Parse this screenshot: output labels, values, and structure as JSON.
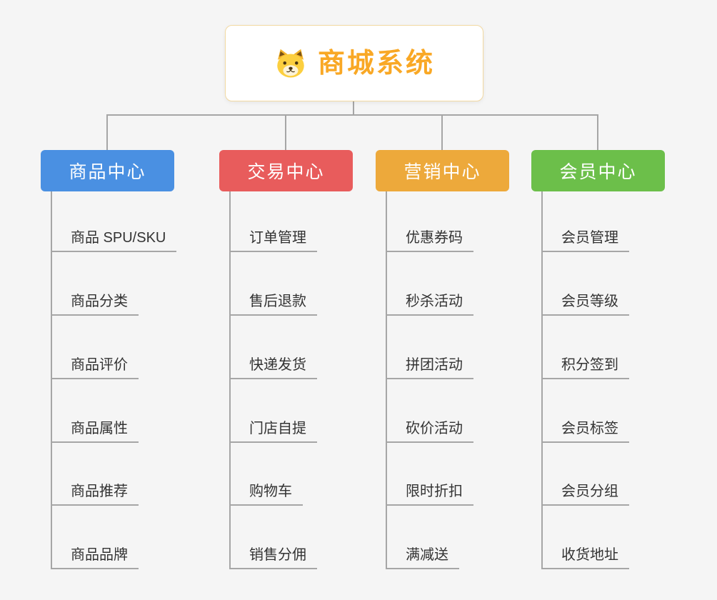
{
  "root": {
    "label": "商城系统"
  },
  "branches": [
    {
      "label": "商品中心",
      "color": "#4a90e2",
      "children": [
        "商品 SPU/SKU",
        "商品分类",
        "商品评价",
        "商品属性",
        "商品推荐",
        "商品品牌"
      ]
    },
    {
      "label": "交易中心",
      "color": "#e85c5c",
      "children": [
        "订单管理",
        "售后退款",
        "快递发货",
        "门店自提",
        "购物车",
        "销售分佣"
      ]
    },
    {
      "label": "营销中心",
      "color": "#eda93b",
      "children": [
        "优惠券码",
        "秒杀活动",
        "拼团活动",
        "砍价活动",
        "限时折扣",
        "满减送"
      ]
    },
    {
      "label": "会员中心",
      "color": "#6cbf4a",
      "children": [
        "会员管理",
        "会员等级",
        "积分签到",
        "会员标签",
        "会员分组",
        "收货地址"
      ]
    }
  ],
  "colors": {
    "root_text": "#f9a825",
    "root_border": "#f2d9a2",
    "connector": "#a6a6a6",
    "child_text": "#333333",
    "background": "#f5f5f5"
  }
}
